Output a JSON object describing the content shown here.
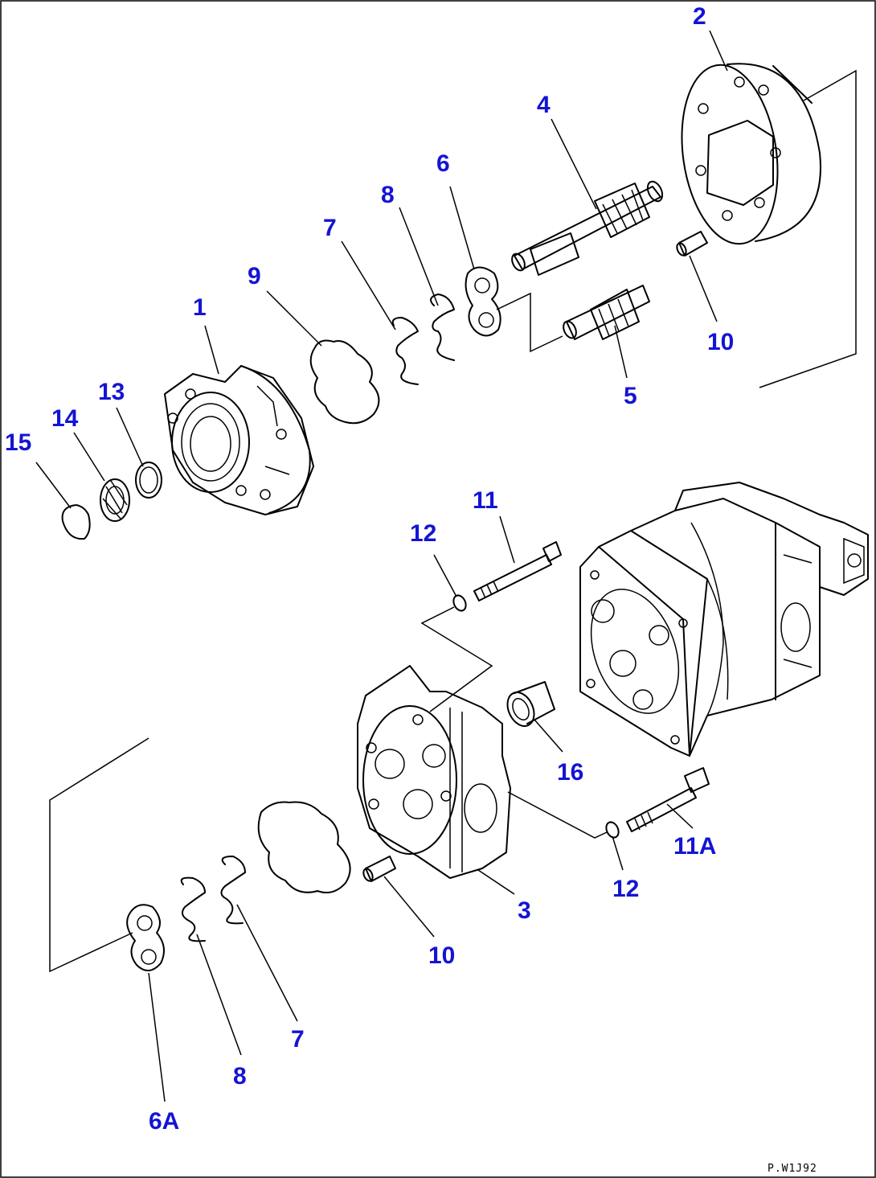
{
  "callouts": {
    "c1": "1",
    "c2": "2",
    "c3": "3",
    "c4": "4",
    "c5": "5",
    "c6": "6",
    "c6a": "6A",
    "c7_top": "7",
    "c7_bottom": "7",
    "c8_top": "8",
    "c8_bottom": "8",
    "c9": "9",
    "c10_top": "10",
    "c10_bottom": "10",
    "c11": "11",
    "c11a": "11A",
    "c12_top": "12",
    "c12_bottom": "12",
    "c13": "13",
    "c14": "14",
    "c15": "15",
    "c16": "16"
  },
  "drawing_code": "P.W1J92",
  "colors": {
    "callout": "#1414d4",
    "line": "#000000",
    "background": "#ffffff"
  }
}
